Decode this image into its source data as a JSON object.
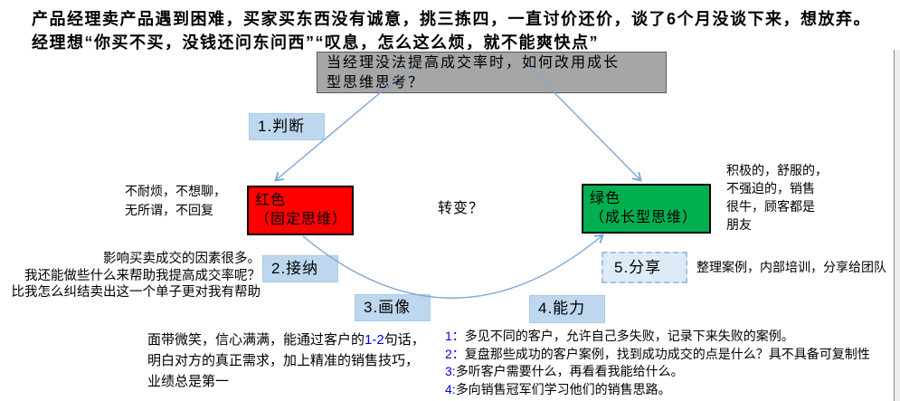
{
  "intro": {
    "line1": "产品经理卖产品遇到困难，买家买东西没有诚意，挑三拣四，一直讨价还价，谈了6个月没谈下来，想放弃。",
    "line2": "经理想“你买不买，没钱还问东问西”“叹息，怎么这么烦，就不能爽快点”"
  },
  "question": {
    "text": "当经理没法提高成交率时，如何改用成长\n型思维思考？"
  },
  "steps": [
    {
      "label": "1.判断"
    },
    {
      "label": "2.接纳"
    },
    {
      "label": "3.画像"
    },
    {
      "label": "4.能力"
    },
    {
      "label": "5.分享"
    }
  ],
  "mindsets": {
    "fixed": {
      "title": "红色",
      "subtitle": "（固定思维）",
      "color": "#ff0000"
    },
    "growth": {
      "title": "绿色",
      "subtitle": "（成长型思维）",
      "color": "#00b050"
    }
  },
  "transition": {
    "label": "转变？"
  },
  "annotations": {
    "fixed_note": "不耐烦，不想聊，\n无所谓，不回复",
    "growth_note": "积极的，舒服的，\n不强迫的，销售\n很牛，顾客都是\n朋友",
    "factors_note": "影响买卖成交的因素很多。\n我还能做些什么来帮助我提高成交率呢？\n比我怎么纠结卖出这一个单子更对我有帮助",
    "share_note": "整理案例，内部培训，分享给团队"
  },
  "smile_note": {
    "line1_prefix": "面带微笑，信心满满，能通过客户的",
    "line1_highlight": "1-2",
    "line1_suffix": "句话，",
    "line2": "明白对方的真正需求，加上精准的销售技巧，",
    "line3": "业绩总是第一"
  },
  "list": {
    "items": [
      {
        "num": "1：",
        "text": "多见不同的客户，允许自己多失败，记录下来失败的案例。"
      },
      {
        "num": "2：",
        "text": "复盘那些成功的客户案例，找到成功成交的点是什么？具不具备可复制性"
      },
      {
        "num": "3:",
        "text": "多听客户需要什么，再看看我能给什么。"
      },
      {
        "num": "4:",
        "text": "多向销售冠军们学习他们的销售思路。"
      }
    ]
  },
  "colors": {
    "question_box_fill": "#a6a6a6",
    "step_fill": "#bdd7ee",
    "step5_fill": "#deebf7",
    "fixed_box_fill": "#ff0000",
    "growth_box_fill": "#00b050",
    "arrow": "#7ea6d8",
    "number_blue": "#0000ee"
  }
}
